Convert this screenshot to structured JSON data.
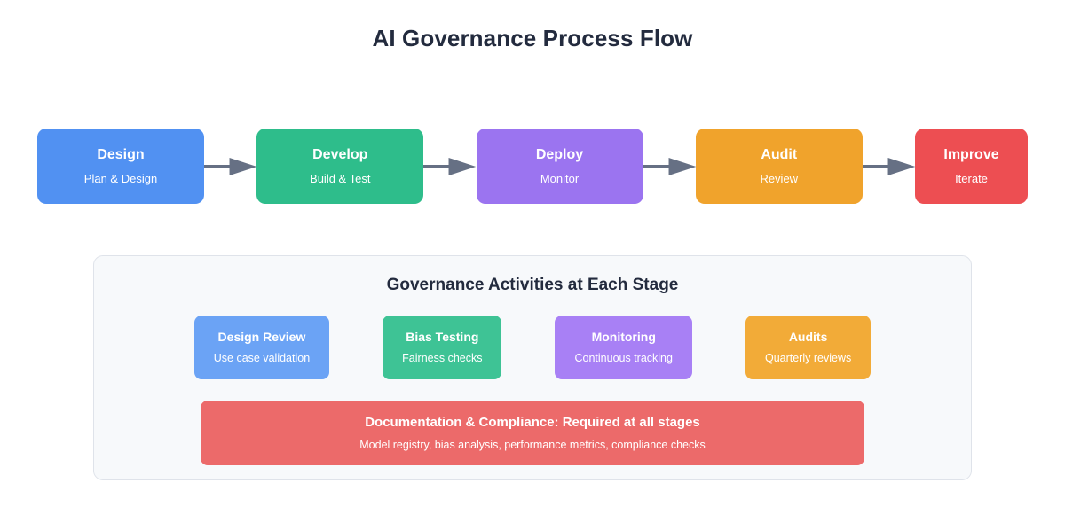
{
  "title": "AI Governance Process Flow",
  "colors": {
    "blue": "#5191f2",
    "green": "#2ebd8b",
    "purple": "#9b74f0",
    "orange": "#f0a32c",
    "red": "#ed4e52",
    "soft_red": "#ec6a6a",
    "light_blue": "#6ba3f5",
    "light_green": "#3ec395",
    "light_purple": "#a880f5",
    "light_orange": "#f2ab38",
    "arrow_gray": "#667084",
    "panel_bg": "#f7f9fb",
    "panel_border": "#dfe3ea",
    "heading": "#232b3e"
  },
  "flow": {
    "stages": [
      {
        "name": "Design",
        "subtitle": "Plan & Design",
        "color": "#5191f2",
        "width": "wide"
      },
      {
        "name": "Develop",
        "subtitle": "Build & Test",
        "color": "#2ebd8b",
        "width": "wide"
      },
      {
        "name": "Deploy",
        "subtitle": "Monitor",
        "color": "#9b74f0",
        "width": "wide"
      },
      {
        "name": "Audit",
        "subtitle": "Review",
        "color": "#f0a32c",
        "width": "wide"
      },
      {
        "name": "Improve",
        "subtitle": "Iterate",
        "color": "#ed4e52",
        "width": "narrow"
      }
    ],
    "arrow_count": 4,
    "arrow_icon": "arrow-right-icon"
  },
  "panel": {
    "heading": "Governance Activities at Each Stage",
    "activities": [
      {
        "name": "Design Review",
        "subtitle": "Use case validation",
        "color": "#6ba3f5"
      },
      {
        "name": "Bias Testing",
        "subtitle": "Fairness checks",
        "color": "#3ec395"
      },
      {
        "name": "Monitoring",
        "subtitle": "Continuous tracking",
        "color": "#a880f5"
      },
      {
        "name": "Audits",
        "subtitle": "Quarterly reviews",
        "color": "#f2ab38"
      }
    ],
    "banner": {
      "title": "Documentation & Compliance: Required at all stages",
      "subtitle": "Model registry, bias analysis, performance metrics, compliance checks",
      "color": "#ec6a6a"
    }
  }
}
